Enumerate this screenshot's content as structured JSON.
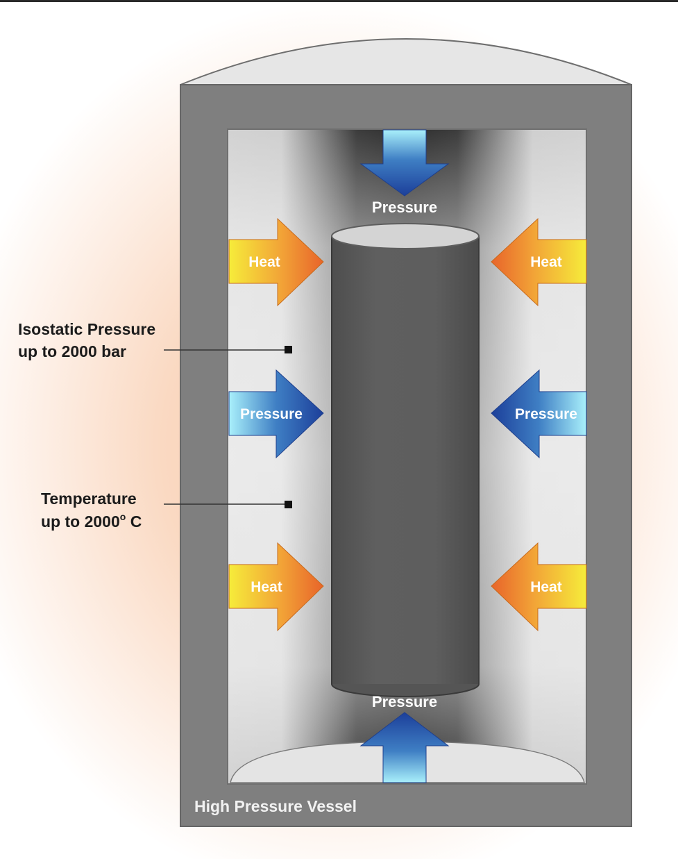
{
  "diagram": {
    "vessel_label": "High Pressure Vessel",
    "annotations": {
      "isostatic_line1": "Isostatic Pressure",
      "isostatic_line2": "up to 2000 bar",
      "temperature_line1": "Temperature",
      "temperature_line2_value": "up to 2000",
      "temperature_line2_sup": "o",
      "temperature_line2_unit": " C"
    },
    "arrows": {
      "top": "Pressure",
      "bottom": "Pressure",
      "left_upper_heat": "Heat",
      "right_upper_heat": "Heat",
      "left_pressure": "Pressure",
      "right_pressure": "Pressure",
      "left_lower_heat": "Heat",
      "right_lower_heat": "Heat"
    },
    "colors": {
      "vessel": "#7f7f7f",
      "cylinder": "#5b5b5b",
      "heat_light": "#f6ec3a",
      "heat_dark": "#e8642a",
      "pressure_light": "#a9f0fb",
      "pressure_dark": "#1c3f9a"
    }
  }
}
